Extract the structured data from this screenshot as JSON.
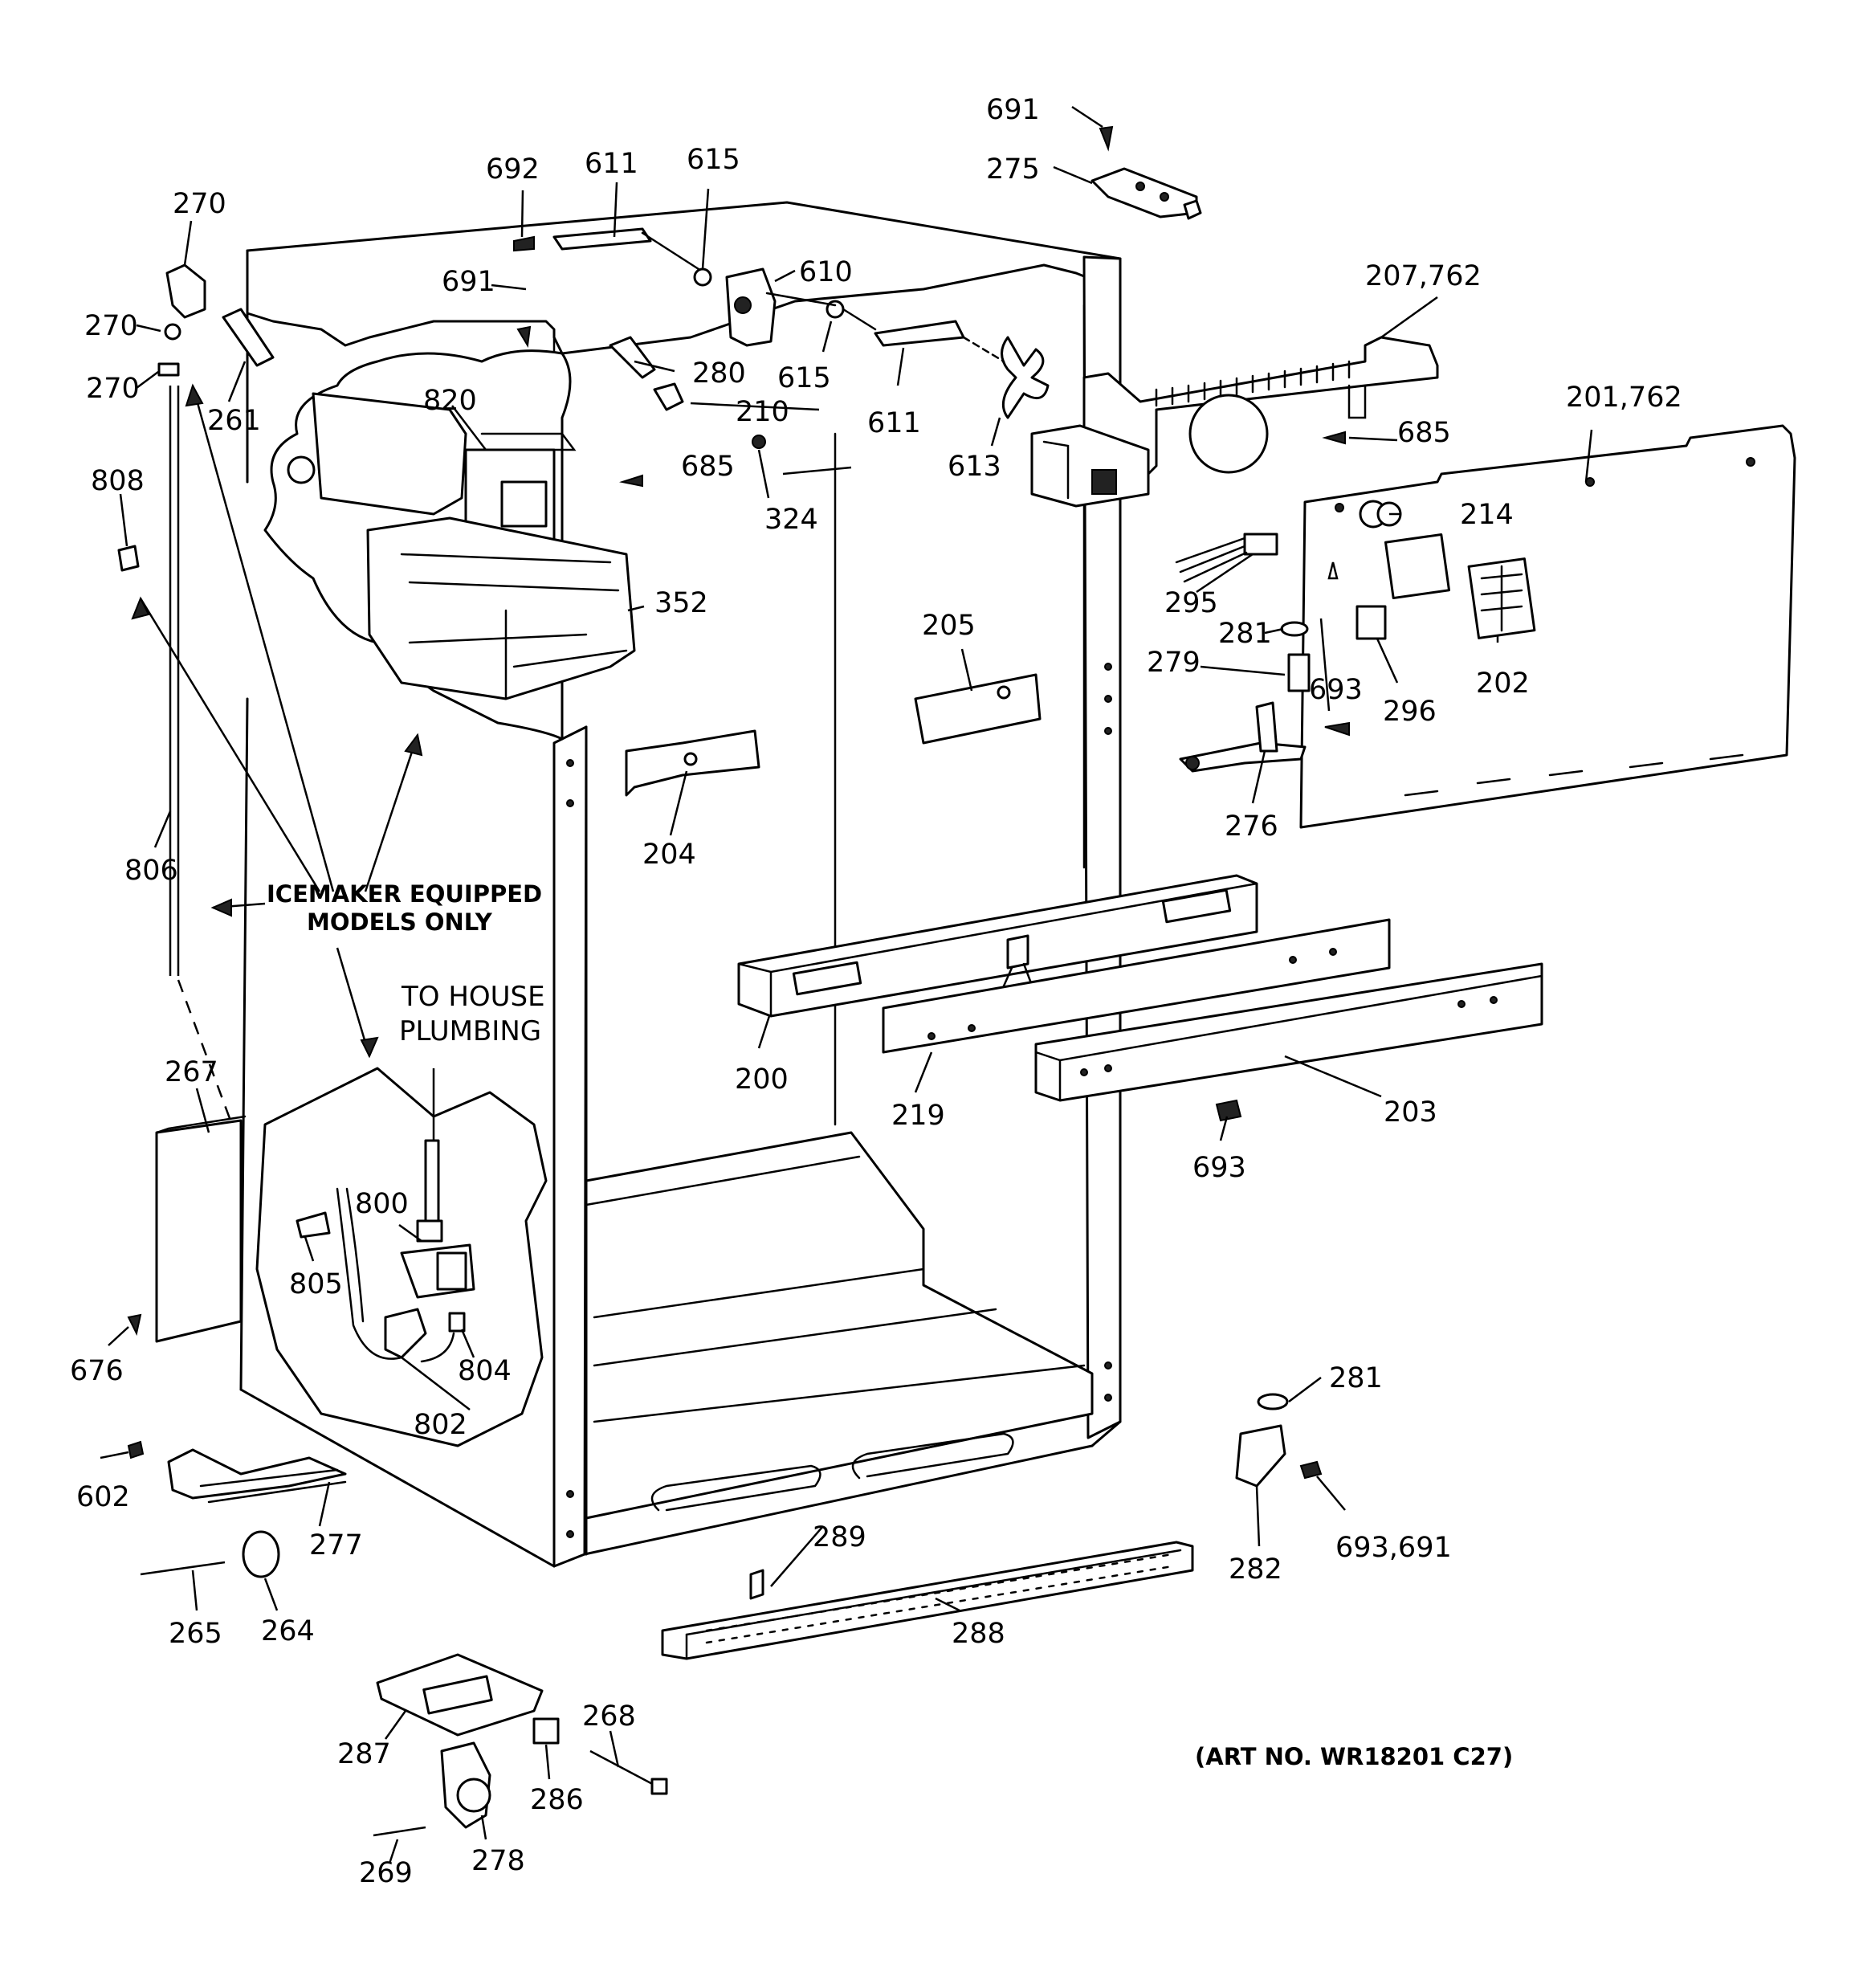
{
  "parts": [
    {
      "id": "p691a",
      "label": "691"
    },
    {
      "id": "p275",
      "label": "275"
    },
    {
      "id": "p692",
      "label": "692"
    },
    {
      "id": "p611a",
      "label": "611"
    },
    {
      "id": "p615a",
      "label": "615"
    },
    {
      "id": "p270a",
      "label": "270"
    },
    {
      "id": "p207",
      "label": "207,762"
    },
    {
      "id": "p610",
      "label": "610"
    },
    {
      "id": "p691b",
      "label": "691"
    },
    {
      "id": "p270b",
      "label": "270"
    },
    {
      "id": "p615b",
      "label": "615"
    },
    {
      "id": "p280",
      "label": "280"
    },
    {
      "id": "p270c",
      "label": "270"
    },
    {
      "id": "p820",
      "label": "820"
    },
    {
      "id": "p210",
      "label": "210"
    },
    {
      "id": "p261",
      "label": "261"
    },
    {
      "id": "p611b",
      "label": "611"
    },
    {
      "id": "p201",
      "label": "201,762"
    },
    {
      "id": "p685a",
      "label": "685"
    },
    {
      "id": "p613",
      "label": "613"
    },
    {
      "id": "p685b",
      "label": "685"
    },
    {
      "id": "p808",
      "label": "808"
    },
    {
      "id": "p324",
      "label": "324"
    },
    {
      "id": "p214",
      "label": "214"
    },
    {
      "id": "p352",
      "label": "352"
    },
    {
      "id": "p295",
      "label": "295"
    },
    {
      "id": "p205",
      "label": "205"
    },
    {
      "id": "p281a",
      "label": "281"
    },
    {
      "id": "p279",
      "label": "279"
    },
    {
      "id": "p693a",
      "label": "693"
    },
    {
      "id": "p296",
      "label": "296"
    },
    {
      "id": "p202",
      "label": "202"
    },
    {
      "id": "p204",
      "label": "204"
    },
    {
      "id": "p276",
      "label": "276"
    },
    {
      "id": "p806",
      "label": "806"
    },
    {
      "id": "p200",
      "label": "200"
    },
    {
      "id": "p219",
      "label": "219"
    },
    {
      "id": "p203",
      "label": "203"
    },
    {
      "id": "p267",
      "label": "267"
    },
    {
      "id": "p693b",
      "label": "693"
    },
    {
      "id": "p800",
      "label": "800"
    },
    {
      "id": "p805",
      "label": "805"
    },
    {
      "id": "p804",
      "label": "804"
    },
    {
      "id": "p676",
      "label": "676"
    },
    {
      "id": "p802",
      "label": "802"
    },
    {
      "id": "p281b",
      "label": "281"
    },
    {
      "id": "p602",
      "label": "602"
    },
    {
      "id": "p289",
      "label": "289"
    },
    {
      "id": "p693c",
      "label": "693,691"
    },
    {
      "id": "p277",
      "label": "277"
    },
    {
      "id": "p282",
      "label": "282"
    },
    {
      "id": "p265",
      "label": "265"
    },
    {
      "id": "p264",
      "label": "264"
    },
    {
      "id": "p288",
      "label": "288"
    },
    {
      "id": "p268",
      "label": "268"
    },
    {
      "id": "p287",
      "label": "287"
    },
    {
      "id": "p286",
      "label": "286"
    },
    {
      "id": "p278",
      "label": "278"
    },
    {
      "id": "p269",
      "label": "269"
    }
  ],
  "notes": {
    "icemaker_line1": "ICEMAKER EQUIPPED",
    "icemaker_line2": "MODELS ONLY",
    "house_line1": "TO HOUSE",
    "house_line2": "PLUMBING",
    "art_no": "(ART NO. WR18201 C27)"
  }
}
